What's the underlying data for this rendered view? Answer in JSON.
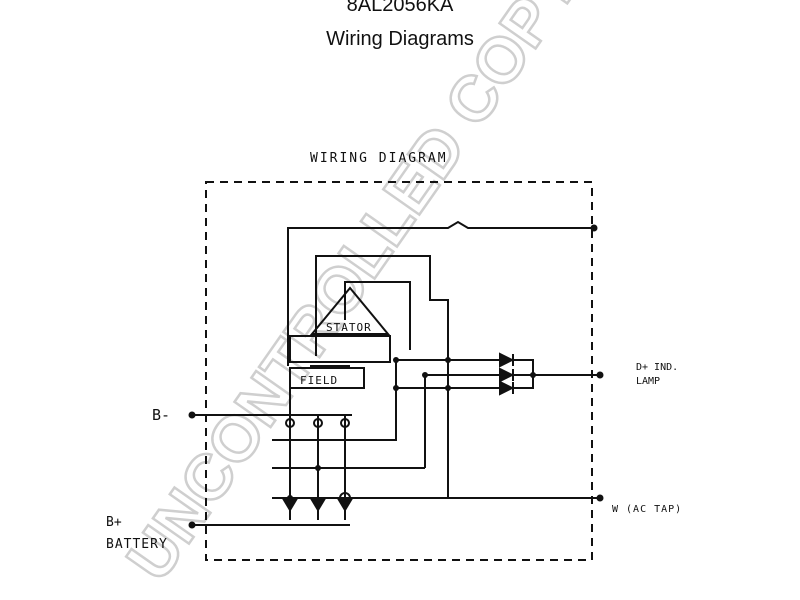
{
  "header": {
    "model": "8AL2056KA",
    "subtitle": "Wiring Diagrams"
  },
  "diagram": {
    "heading": "WIRING DIAGRAM",
    "stator_label": "STATOR",
    "field_label": "FIELD",
    "terminals": {
      "b_minus": "B-",
      "b_plus": "B+",
      "battery": "BATTERY",
      "ind_lamp_line1": "D+ IND.",
      "ind_lamp_line2": "LAMP",
      "ac_tap": "W (AC TAP)"
    }
  },
  "watermark": "UNCONTROLLED COPY",
  "colors": {
    "ink": "#111111",
    "watermark": "#cfcfcf",
    "background": "#ffffff"
  }
}
